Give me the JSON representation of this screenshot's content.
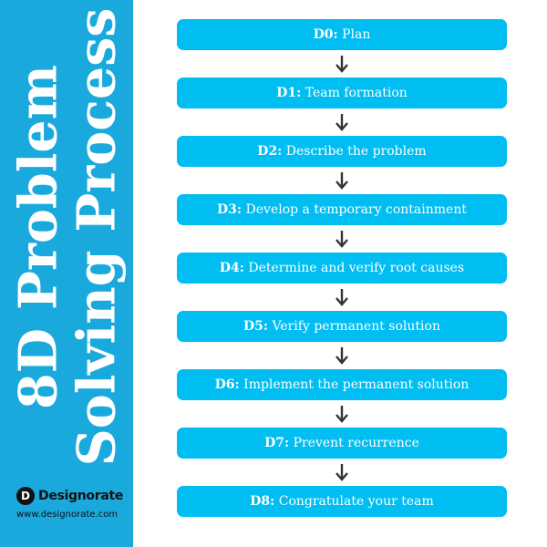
{
  "sidebar": {
    "title_line1": "8D Problem",
    "title_line2": "Solving Process",
    "logo_mark": "D",
    "logo_text": "Designorate",
    "url": "www.designorate.com",
    "color": "#1aa9dd"
  },
  "steps": [
    {
      "code": "D0:",
      "text": " Plan"
    },
    {
      "code": "D1:",
      "text": " Team formation"
    },
    {
      "code": "D2:",
      "text": " Describe the problem"
    },
    {
      "code": "D3:",
      "text": " Develop a temporary containment"
    },
    {
      "code": "D4:",
      "text": " Determine and verify root causes"
    },
    {
      "code": "D5:",
      "text": " Verify permanent solution"
    },
    {
      "code": "D6:",
      "text": " Implement the permanent solution"
    },
    {
      "code": "D7:",
      "text": " Prevent recurrence"
    },
    {
      "code": "D8:",
      "text": " Congratulate your team"
    }
  ],
  "colors": {
    "step_fill": "#00bdf2",
    "arrow": "#333333"
  },
  "icons": {
    "arrow": "arrow-down-icon"
  }
}
